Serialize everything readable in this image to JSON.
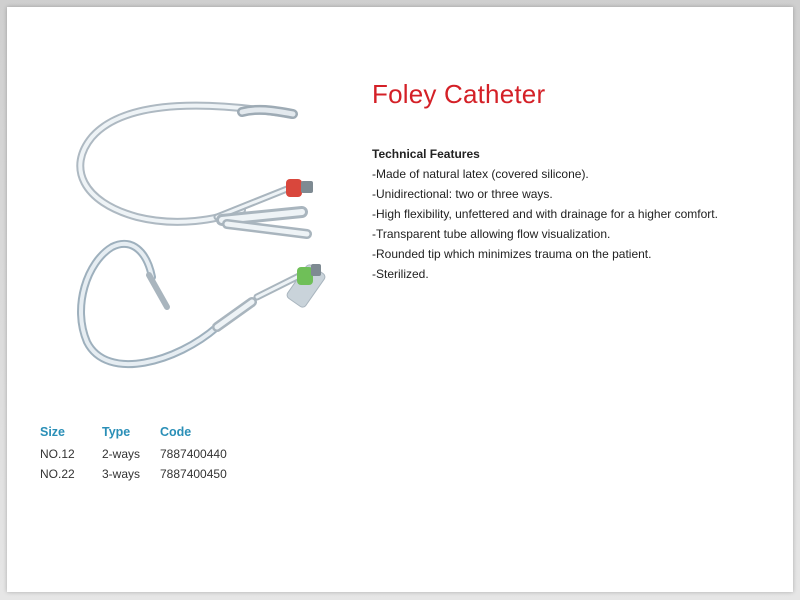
{
  "product": {
    "title": "Foley Catheter"
  },
  "features": {
    "heading": "Technical Features",
    "items": [
      "-Made of natural latex (covered silicone).",
      "-Unidirectional: two or three ways.",
      "-High flexibility, unfettered and with drainage for a higher comfort.",
      "-Transparent tube allowing flow visualization.",
      "-Rounded tip which minimizes trauma on the patient.",
      "-Sterilized."
    ]
  },
  "specs": {
    "headers": [
      "Size",
      "Type",
      "Code"
    ],
    "rows": [
      [
        "NO.12",
        "2-ways",
        "7887400440"
      ],
      [
        "NO.22",
        "3-ways",
        "7887400450"
      ]
    ]
  },
  "colors": {
    "title": "#d42027",
    "table_header": "#2a8fb7",
    "valve_red": "#d9473c",
    "valve_green": "#6fbf58"
  },
  "image": {
    "icon": "catheter-product-photo"
  }
}
